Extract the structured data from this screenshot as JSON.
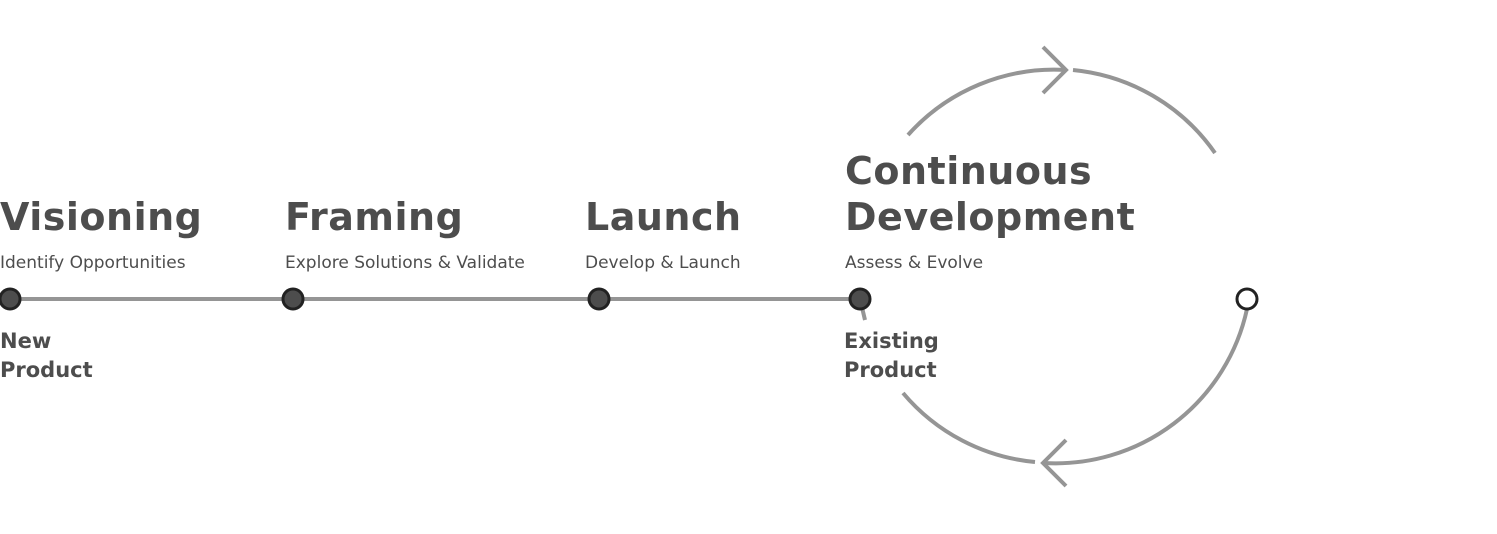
{
  "stages": [
    {
      "title": "Visioning",
      "subtitle": "Identify Opportunities"
    },
    {
      "title": "Framing",
      "subtitle": "Explore Solutions & Validate"
    },
    {
      "title": "Launch",
      "subtitle": "Develop & Launch"
    },
    {
      "title_line1": "Continuous",
      "title_line2": "Development",
      "subtitle": "Assess & Evolve"
    }
  ],
  "entry_points": {
    "new_line1": "New",
    "new_line2": "Product",
    "existing_line1": "Existing",
    "existing_line2": "Product"
  },
  "colors": {
    "line": "#959595",
    "node_fill": "#4d4d4d",
    "node_stroke": "#222222",
    "text": "#4d4d4d"
  }
}
